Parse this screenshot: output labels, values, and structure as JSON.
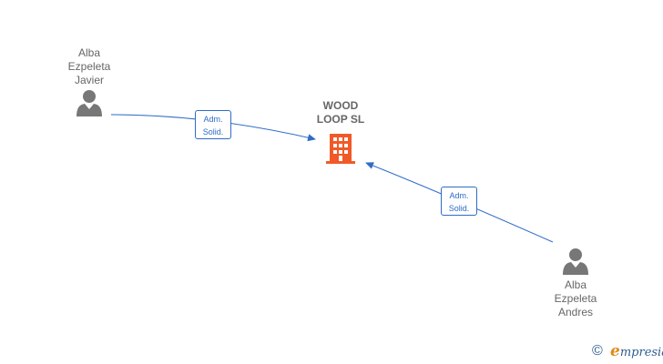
{
  "company": {
    "name": "WOOD\nLOOP  SL",
    "icon": "building-icon",
    "color": "#f05a28"
  },
  "persons": [
    {
      "id": "person-1",
      "name": "Alba\nEzpeleta\nJavier",
      "icon": "person-icon"
    },
    {
      "id": "person-2",
      "name": "Alba\nEzpeleta\nAndres",
      "icon": "person-icon"
    }
  ],
  "relations": [
    {
      "from": "person-1",
      "to": "company",
      "label_line1": "Adm.",
      "label_line2": "Solid."
    },
    {
      "from": "person-2",
      "to": "company",
      "label_line1": "Adm.",
      "label_line2": "Solid."
    }
  ],
  "edge_color": "#2f6cc7",
  "footer": {
    "copyright_symbol": "©",
    "brand_first": "e",
    "brand_rest": "mpresia"
  }
}
